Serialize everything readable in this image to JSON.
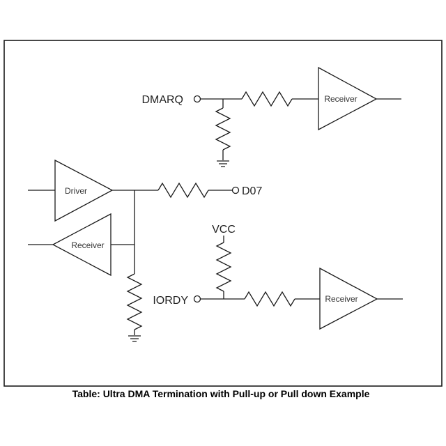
{
  "labels": {
    "dmarq": "DMARQ",
    "d07": "D07",
    "vcc": "VCC",
    "iordy": "IORDY"
  },
  "blocks": {
    "receiver_top": "Receiver",
    "driver": "Driver",
    "receiver_left": "Receiver",
    "receiver_bottom": "Receiver"
  },
  "caption": "Table: Ultra DMA Termination with Pull-up or Pull down Example"
}
